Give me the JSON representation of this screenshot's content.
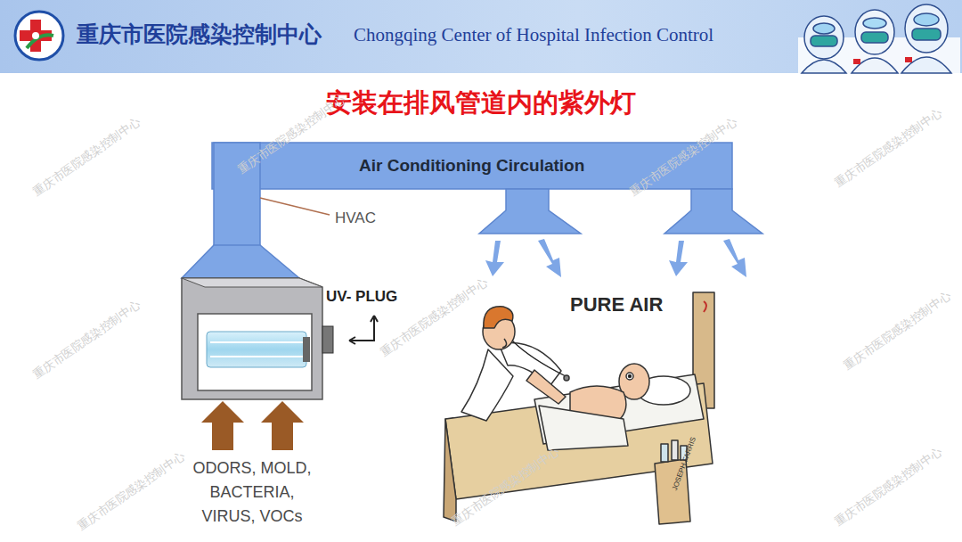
{
  "diagram": {
    "title": "安装在排风管道内的紫外灯",
    "nodes": [
      {
        "text": [
          "重庆市医院感染控制中心",
          "Chongqing Center of Hospital Infection Control"
        ]
      },
      {
        "text": [
          "Air Conditioning Circulation"
        ]
      }
    ],
    "labels": [
      "HVAC",
      "UV- PLUG",
      "PURE AIR",
      "ODORS, MOLD, BACTERIA, VIRUS, VOCs",
      "JOSEPH FARRIS",
      "重庆市医院感染控制中心",
      "重庆市医院感染控制中心",
      "重庆市医院感染控制中心",
      "重庆市医院感染控制中心",
      "重庆市医院感染控制中心",
      "重庆市医院感染控制中心",
      "重庆市医院感染控制中心",
      "重庆市医院感染控制中心",
      "重庆市医院感染控制中心",
      "重庆市医院感染控制中心"
    ]
  }
}
